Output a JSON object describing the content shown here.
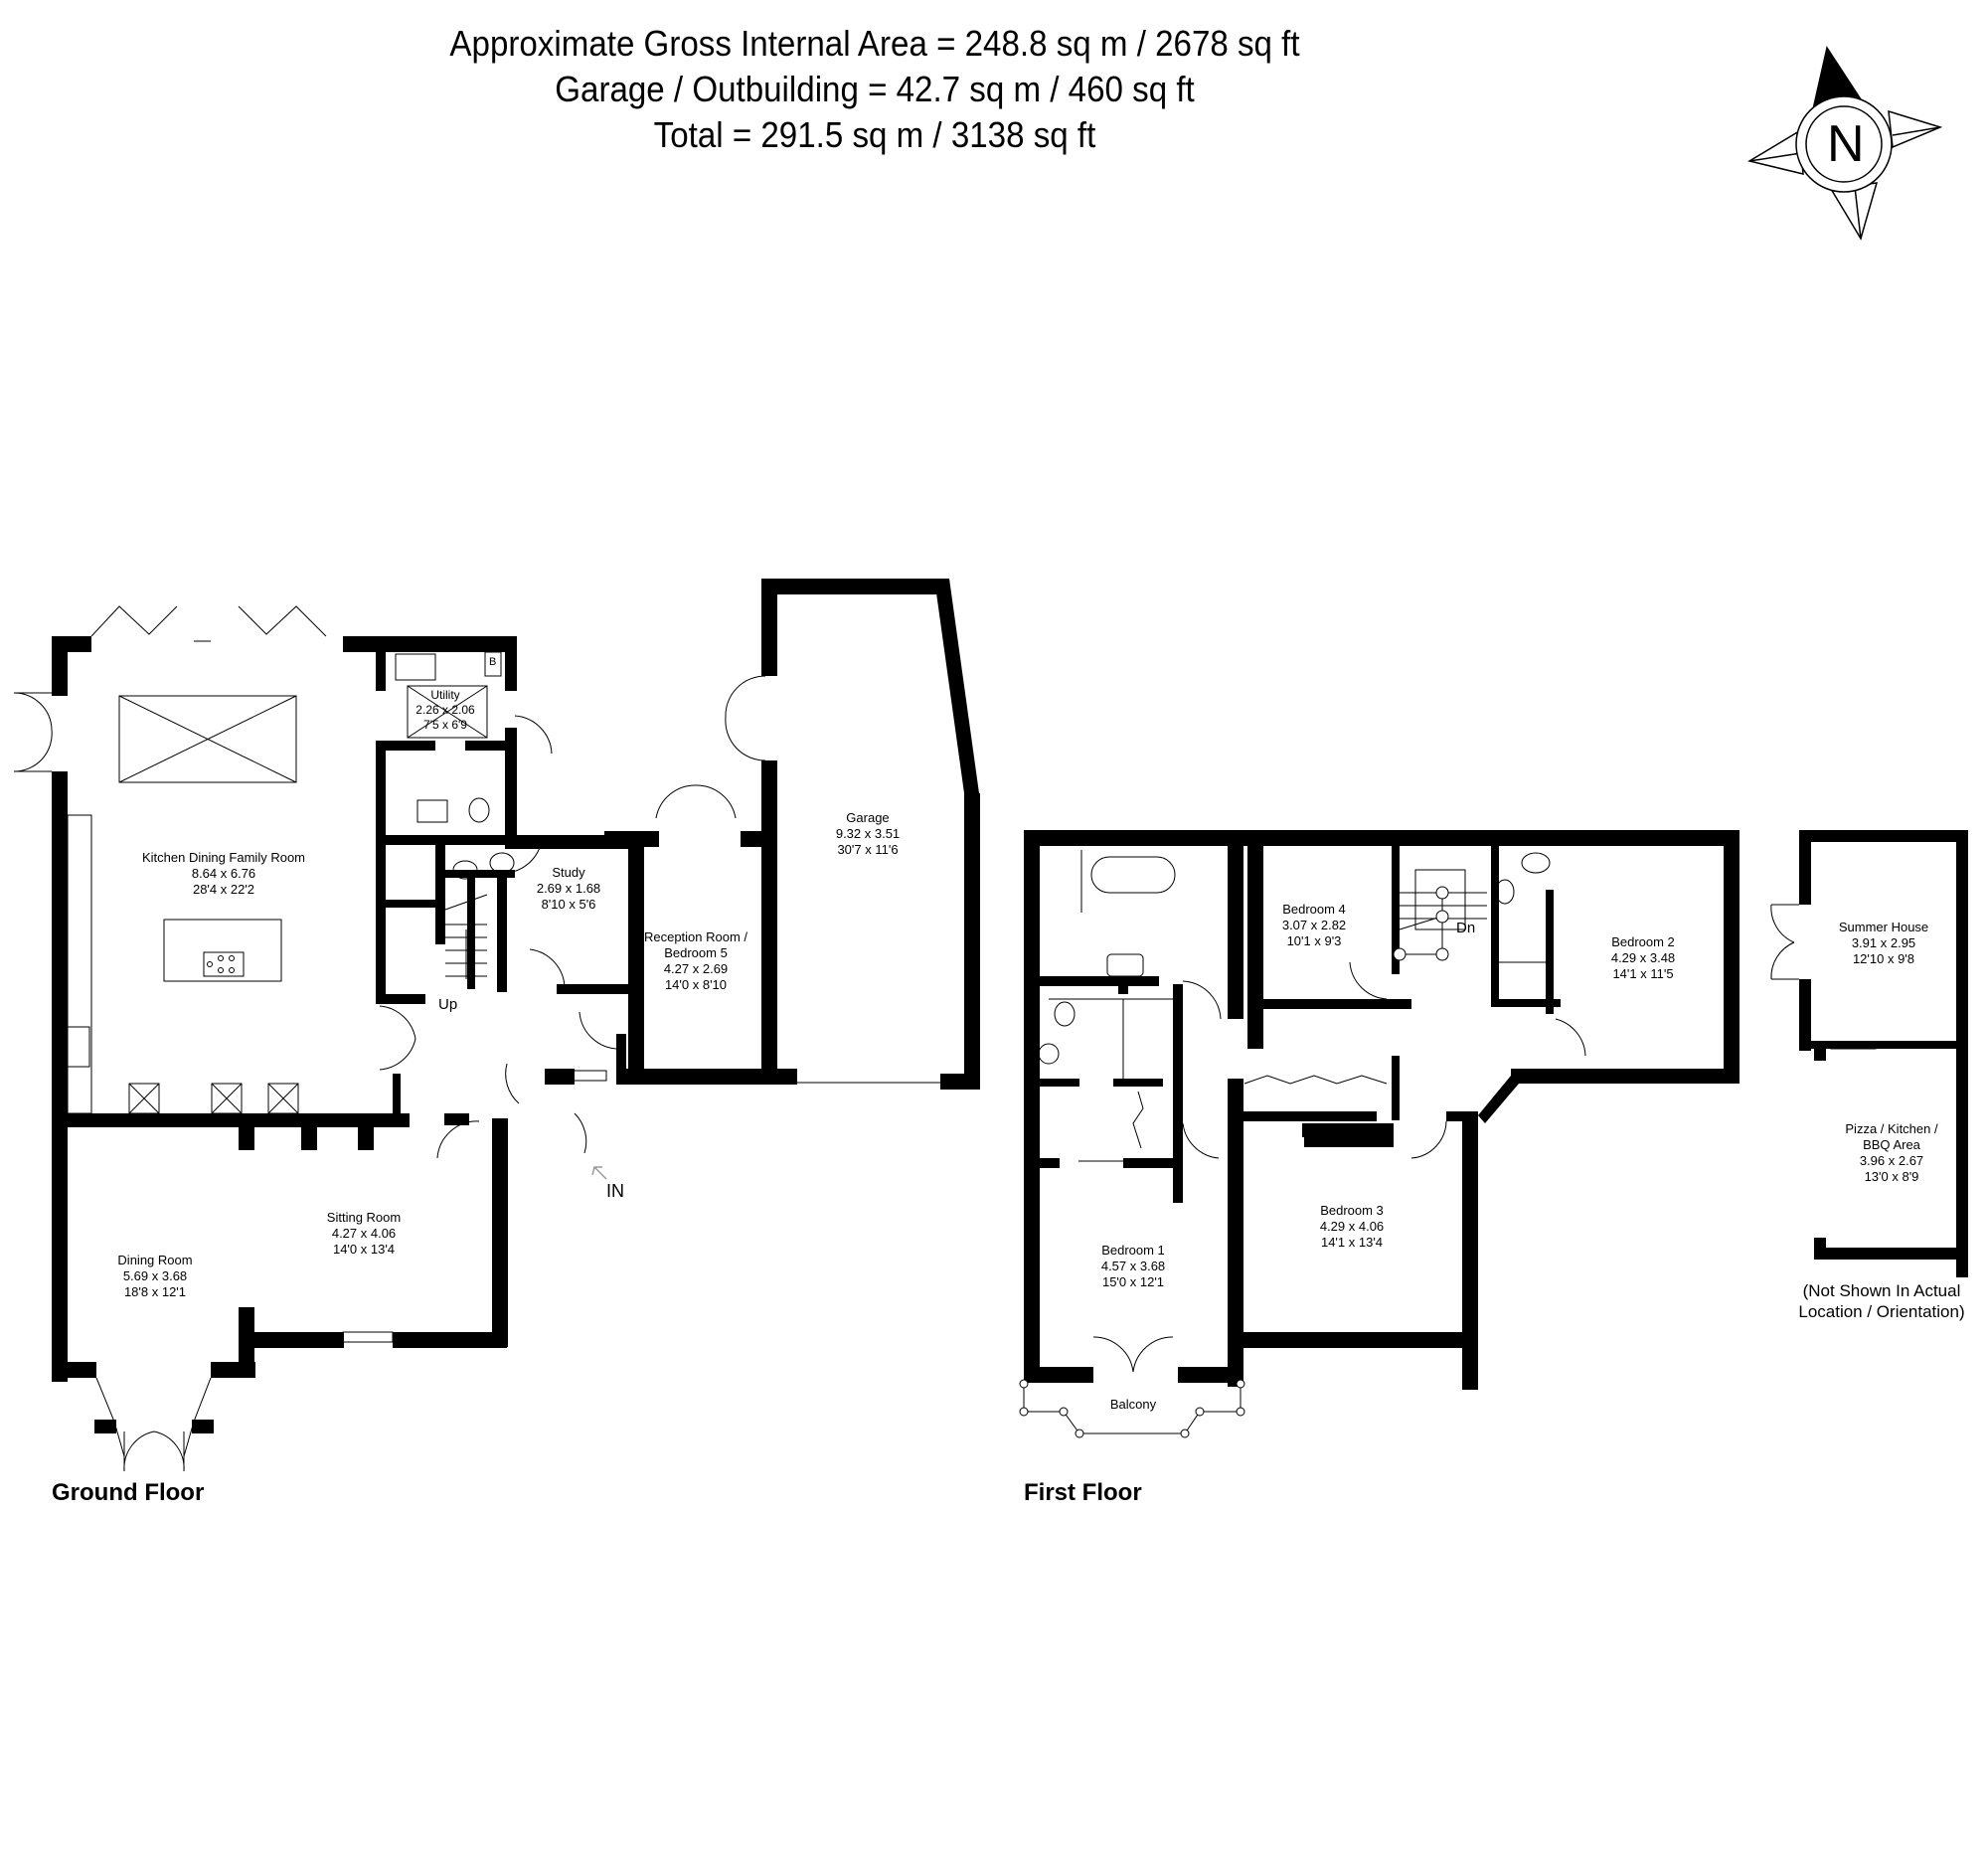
{
  "header": {
    "line1": "Approximate Gross Internal Area = 248.8 sq m / 2678 sq ft",
    "line2": "Garage / Outbuilding = 42.7 sq m / 460 sq ft",
    "line3": "Total = 291.5 sq m / 3138 sq ft"
  },
  "compass": {
    "letter": "N"
  },
  "ground_floor": {
    "label": "Ground Floor",
    "entrance": "IN",
    "stairs": "Up",
    "boiler": "B",
    "rooms": [
      {
        "name": "Kitchen Dining Family Room",
        "metric": "8.64 x 6.76",
        "imperial": "28'4 x 22'2"
      },
      {
        "name": "Utility",
        "metric": "2.26 x 2.06",
        "imperial": "7'5 x 6'9"
      },
      {
        "name": "Study",
        "metric": "2.69 x 1.68",
        "imperial": "8'10 x 5'6"
      },
      {
        "name": "Reception Room /",
        "name2": "Bedroom 5",
        "metric": "4.27 x 2.69",
        "imperial": "14'0 x 8'10"
      },
      {
        "name": "Garage",
        "metric": "9.32 x 3.51",
        "imperial": "30'7 x 11'6"
      },
      {
        "name": "Sitting Room",
        "metric": "4.27 x 4.06",
        "imperial": "14'0 x 13'4"
      },
      {
        "name": "Dining Room",
        "metric": "5.69 x 3.68",
        "imperial": "18'8 x 12'1"
      }
    ]
  },
  "first_floor": {
    "label": "First Floor",
    "stairs": "Dn",
    "rooms": [
      {
        "name": "Bedroom 4",
        "metric": "3.07 x 2.82",
        "imperial": "10'1 x 9'3"
      },
      {
        "name": "Bedroom 2",
        "metric": "4.29 x 3.48",
        "imperial": "14'1 x 11'5"
      },
      {
        "name": "Bedroom 1",
        "metric": "4.57 x 3.68",
        "imperial": "15'0 x 12'1"
      },
      {
        "name": "Bedroom 3",
        "metric": "4.29 x 4.06",
        "imperial": "14'1 x 13'4"
      },
      {
        "name": "Balcony"
      }
    ]
  },
  "outbuildings": {
    "rooms": [
      {
        "name": "Summer House",
        "metric": "3.91 x 2.95",
        "imperial": "12'10 x 9'8"
      },
      {
        "name": "Pizza / Kitchen /",
        "name2": "BBQ Area",
        "metric": "3.96 x 2.67",
        "imperial": "13'0 x 8'9"
      }
    ],
    "note_line1": "(Not Shown In Actual",
    "note_line2": "Location / Orientation)"
  }
}
